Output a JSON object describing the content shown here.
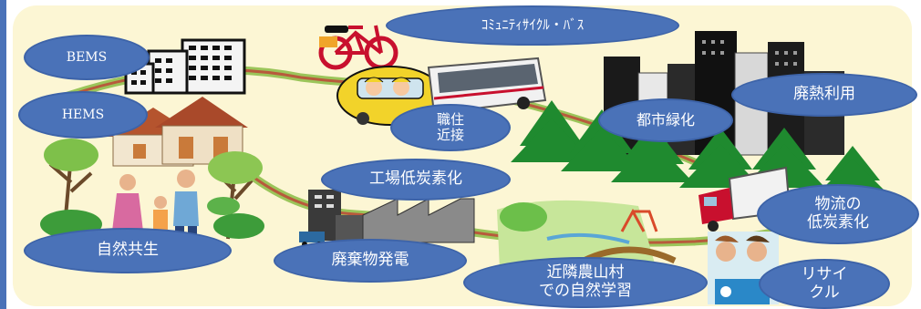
{
  "labels": {
    "community": "ｺﾐｭﾆﾃｨｻｲｸﾙ・ﾊﾞｽ",
    "bems": "BEMS",
    "hems": "HEMS",
    "shokujuu": "職住\n近接",
    "toshi_ryokka": "都市緑化",
    "hainetsu": "廃熱利用",
    "kojo": "工場低炭素化",
    "shizen": "自然共生",
    "haikibutsu": "廃棄物発電",
    "kinrin": "近隣農山村\nでの自然学習",
    "butsuryu": "物流の\n低炭素化",
    "recycle": "リサイ\nクル"
  },
  "colors": {
    "label_fill": "#4a72b8",
    "panel_bg": "#fcf6d4",
    "road_green": "#8fbf4a",
    "road_red": "#b85a3c",
    "tree": "#1f8a2f"
  },
  "icons": [
    "office-building-icon",
    "bicycle-icon",
    "school-bus-icon",
    "city-bus-icon",
    "skyscrapers-icon",
    "houses-icon",
    "family-icon",
    "factory-icon",
    "park-icon",
    "truck-icon",
    "recycling-people-icon",
    "pine-tree-icon"
  ]
}
